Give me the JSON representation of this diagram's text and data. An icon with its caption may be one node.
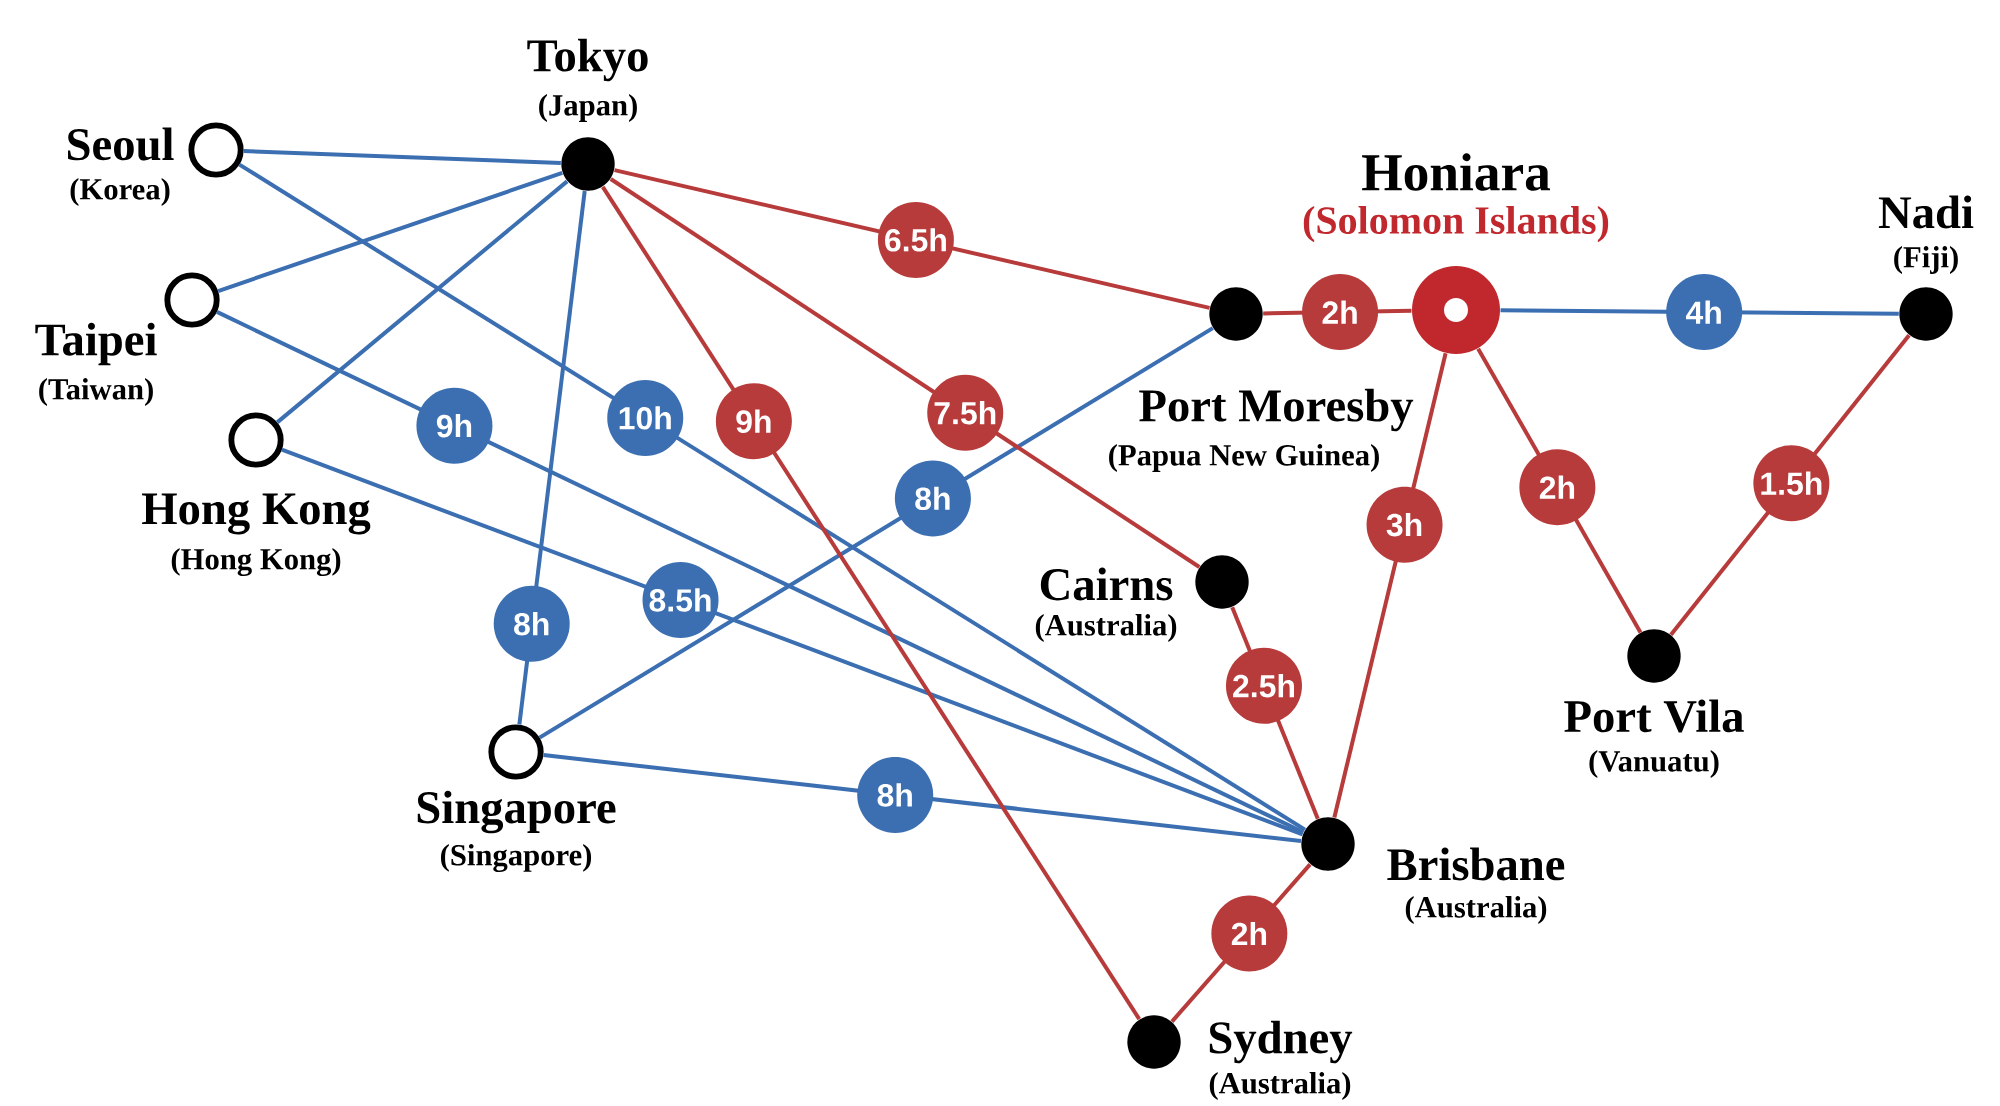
{
  "diagram": {
    "nodes": [
      {
        "text": [
          "Seoul",
          "(Korea)"
        ]
      },
      {
        "text": [
          "Tokyo",
          "(Japan)"
        ]
      },
      {
        "text": [
          "Taipei",
          "(Taiwan)"
        ]
      },
      {
        "text": [
          "Port Moresby",
          "(Papua New Guinea)"
        ]
      },
      {
        "text": [
          "Honiara",
          "(Solomon Islands)"
        ]
      },
      {
        "text": [
          "Nadi",
          "(Fiji)"
        ]
      },
      {
        "text": [
          "Hong Kong",
          "(Hong Kong)"
        ]
      },
      {
        "text": [
          "Cairns",
          "(Australia)"
        ]
      },
      {
        "text": [
          "Port Vila",
          "(Vanuatu)"
        ]
      },
      {
        "text": [
          "Singapore",
          "(Singapore)"
        ]
      },
      {
        "text": [
          "Brisbane",
          "(Australia)"
        ]
      },
      {
        "text": [
          "Sydney",
          "(Australia)"
        ]
      }
    ],
    "edges": [
      {
        "from": 0,
        "to": 1,
        "arrow": "none"
      },
      {
        "from": 0,
        "to": 10,
        "arrow": "none",
        "label": "10h"
      },
      {
        "from": 2,
        "to": 1,
        "arrow": "none"
      },
      {
        "from": 2,
        "to": 10,
        "arrow": "none",
        "label": "9h"
      },
      {
        "from": 6,
        "to": 1,
        "arrow": "none"
      },
      {
        "from": 6,
        "to": 10,
        "arrow": "none",
        "label": "8.5h"
      },
      {
        "from": 1,
        "to": 9,
        "arrow": "none",
        "label": "8h"
      },
      {
        "from": 9,
        "to": 3,
        "arrow": "none",
        "label": "8h"
      },
      {
        "from": 9,
        "to": 10,
        "arrow": "none",
        "label": "8h"
      },
      {
        "from": 1,
        "to": 3,
        "arrow": "none",
        "label": "6.5h",
        "color": "#b83b3b"
      },
      {
        "from": 1,
        "to": 11,
        "arrow": "none",
        "label": "9h",
        "color": "#b83b3b"
      },
      {
        "from": 1,
        "to": 7,
        "arrow": "none",
        "label": "7.5h",
        "color": "#b83b3b"
      },
      {
        "from": 3,
        "to": 4,
        "arrow": "none",
        "label": "2h",
        "color": "#b83b3b"
      },
      {
        "from": 4,
        "to": 5,
        "arrow": "none",
        "label": "4h"
      },
      {
        "from": 4,
        "to": 10,
        "arrow": "none",
        "label": "3h",
        "color": "#b83b3b"
      },
      {
        "from": 4,
        "to": 8,
        "arrow": "none",
        "label": "2h",
        "color": "#b83b3b"
      },
      {
        "from": 5,
        "to": 8,
        "arrow": "none",
        "label": "1.5h",
        "color": "#b83b3b"
      },
      {
        "from": 7,
        "to": 10,
        "arrow": "none",
        "label": "2.5h",
        "color": "#b83b3b"
      },
      {
        "from": 10,
        "to": 11,
        "arrow": "none",
        "label": "2h",
        "color": "#b83b3b"
      }
    ]
  }
}
